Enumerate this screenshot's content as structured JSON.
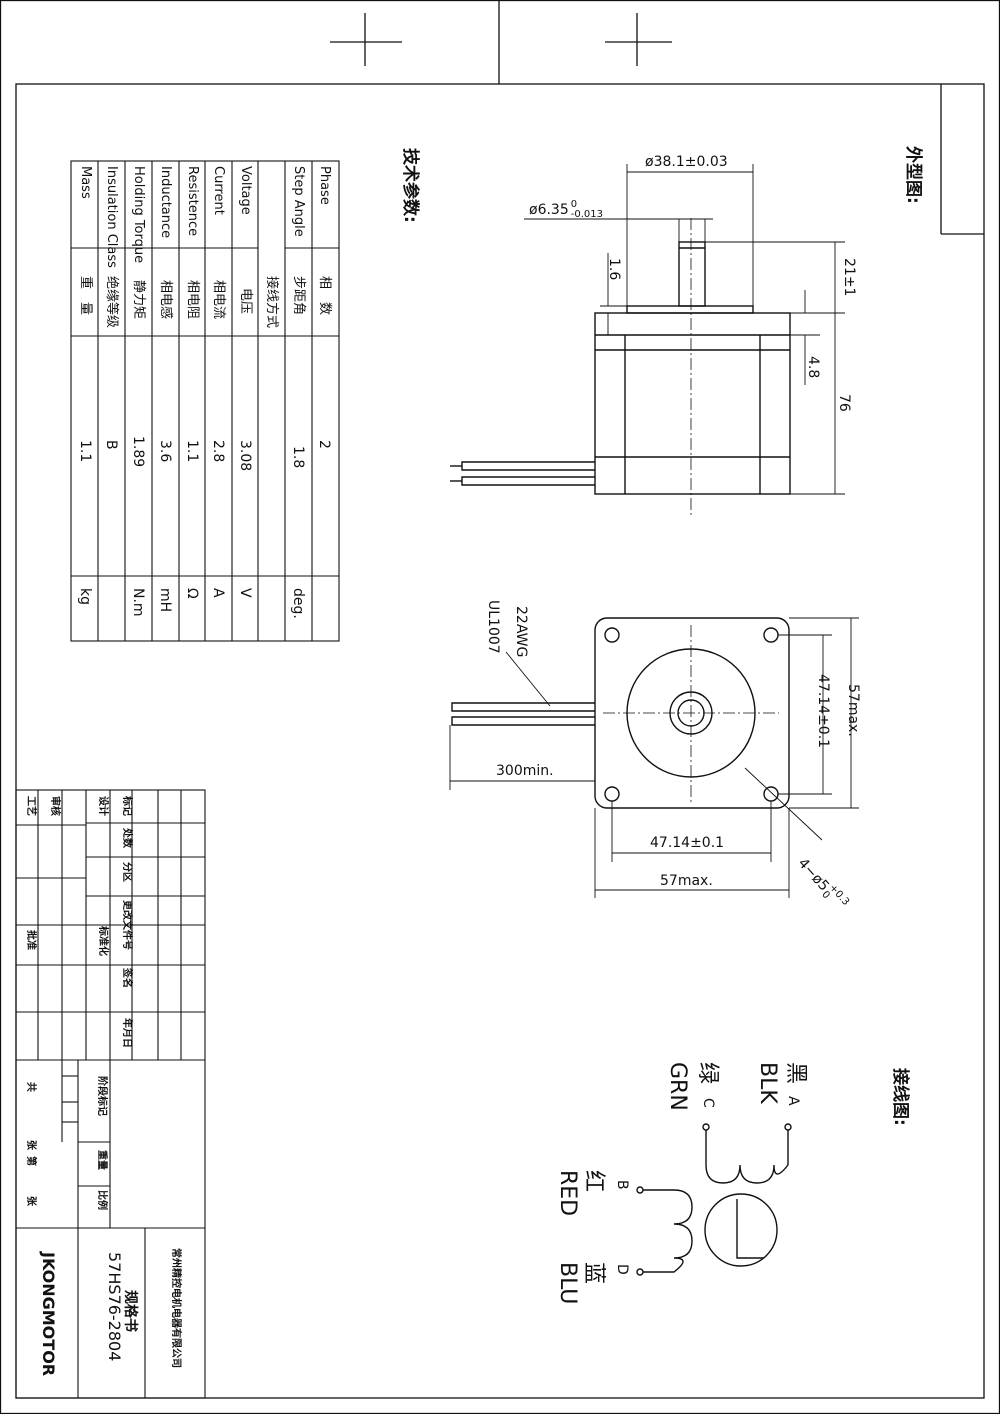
{
  "sections": {
    "outline": "外型图:",
    "tech": "技术参数:",
    "wiring": "接线图:"
  },
  "specs": {
    "rows": [
      {
        "en": "Phase",
        "cn": "相　数",
        "value": "2",
        "unit": ""
      },
      {
        "en": "Step Angle",
        "cn": "步距角",
        "value": "1.8",
        "unit": "deg."
      },
      {
        "en": "",
        "cn": "接线方式",
        "value": "",
        "unit": ""
      },
      {
        "en": "Voltage",
        "cn": "电压",
        "value": "3.08",
        "unit": "V"
      },
      {
        "en": "Current",
        "cn": "相电流",
        "value": "2.8",
        "unit": "A"
      },
      {
        "en": "Resistence",
        "cn": "相电阻",
        "value": "1.1",
        "unit": "Ω"
      },
      {
        "en": "Inductance",
        "cn": "相电感",
        "value": "3.6",
        "unit": "mH"
      },
      {
        "en": "Holding Torque",
        "cn": "静力矩",
        "value": "1.89",
        "unit": "N.m"
      },
      {
        "en": "Insulation Class",
        "cn": "绝缘等级",
        "value": "B",
        "unit": ""
      },
      {
        "en": "Mass",
        "cn": "重　量",
        "value": "1.1",
        "unit": "kg"
      }
    ]
  },
  "dimensions": {
    "flange_dia": "ø38.1±0.03",
    "shaft_dia": "ø6.35",
    "shaft_tol_upper": "0",
    "shaft_tol_lower": "-0.013",
    "shaft_length": "21±1",
    "flange_step": "1.6",
    "flange_thick": "4.8",
    "body_length": "76",
    "wire_spec_1": "22AWG",
    "wire_spec_2": "UL1007",
    "lead_length": "300min.",
    "hole_spacing_v": "47.14±0.1",
    "body_square_v": "57max.",
    "hole_spacing_h": "47.14±0.1",
    "body_square_h": "57max.",
    "mount_holes": "4−ø5",
    "mount_tol_upper": "+0.3",
    "mount_tol_lower": "0"
  },
  "wiring": {
    "a_cn": "黑",
    "a_en": "BLK",
    "a_pin": "A",
    "c_cn": "绿",
    "c_en": "GRN",
    "c_pin": "C",
    "b_cn": "红",
    "b_en": "RED",
    "b_pin": "B",
    "d_cn": "蓝",
    "d_en": "BLU",
    "d_pin": "D"
  },
  "titleblock": {
    "h_mark": "标记",
    "h_count": "处数",
    "h_zone": "分区",
    "h_docno": "更改文件号",
    "h_sign": "签名",
    "h_date": "年月日",
    "designed": "设计",
    "standard": "标准化",
    "review": "审核",
    "process": "工艺",
    "approve": "批准",
    "stage_mark": "阶段标记",
    "weight": "重量",
    "scale": "比例",
    "total": "共",
    "sheets": "张",
    "sheet_no": "第",
    "sheet_suffix": "张",
    "company": "常州精控电机电器有限公司",
    "doc_title": "规格书",
    "model": "57HS76-2804",
    "brand": "JKONGMOTOR"
  }
}
